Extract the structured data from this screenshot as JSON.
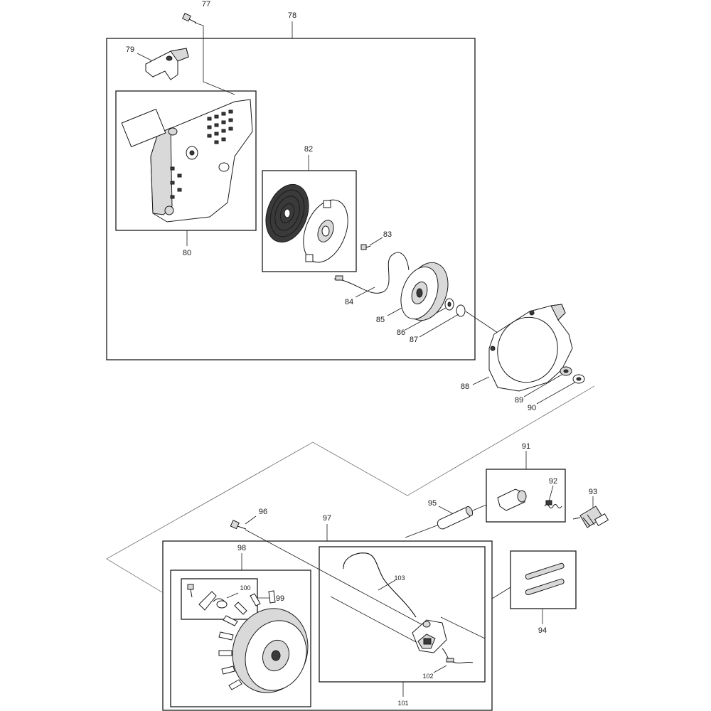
{
  "callouts": {
    "c77": "77",
    "c78": "78",
    "c79": "79",
    "c80": "80",
    "c82": "82",
    "c83": "83",
    "c84": "84",
    "c85": "85",
    "c86": "86",
    "c87": "87",
    "c88": "88",
    "c89": "89",
    "c90": "90",
    "c91": "91",
    "c92": "92",
    "c93": "93",
    "c94": "94",
    "c95": "95",
    "c96": "96",
    "c97": "97",
    "c98": "98",
    "c99": "99",
    "c100": "100",
    "c101": "101",
    "c102": "102",
    "c103": "103"
  },
  "colors": {
    "line": "#1a1a1a",
    "part_fill": "#ffffff",
    "shade": "#d9d9d9",
    "dark": "#3a3a3a"
  }
}
